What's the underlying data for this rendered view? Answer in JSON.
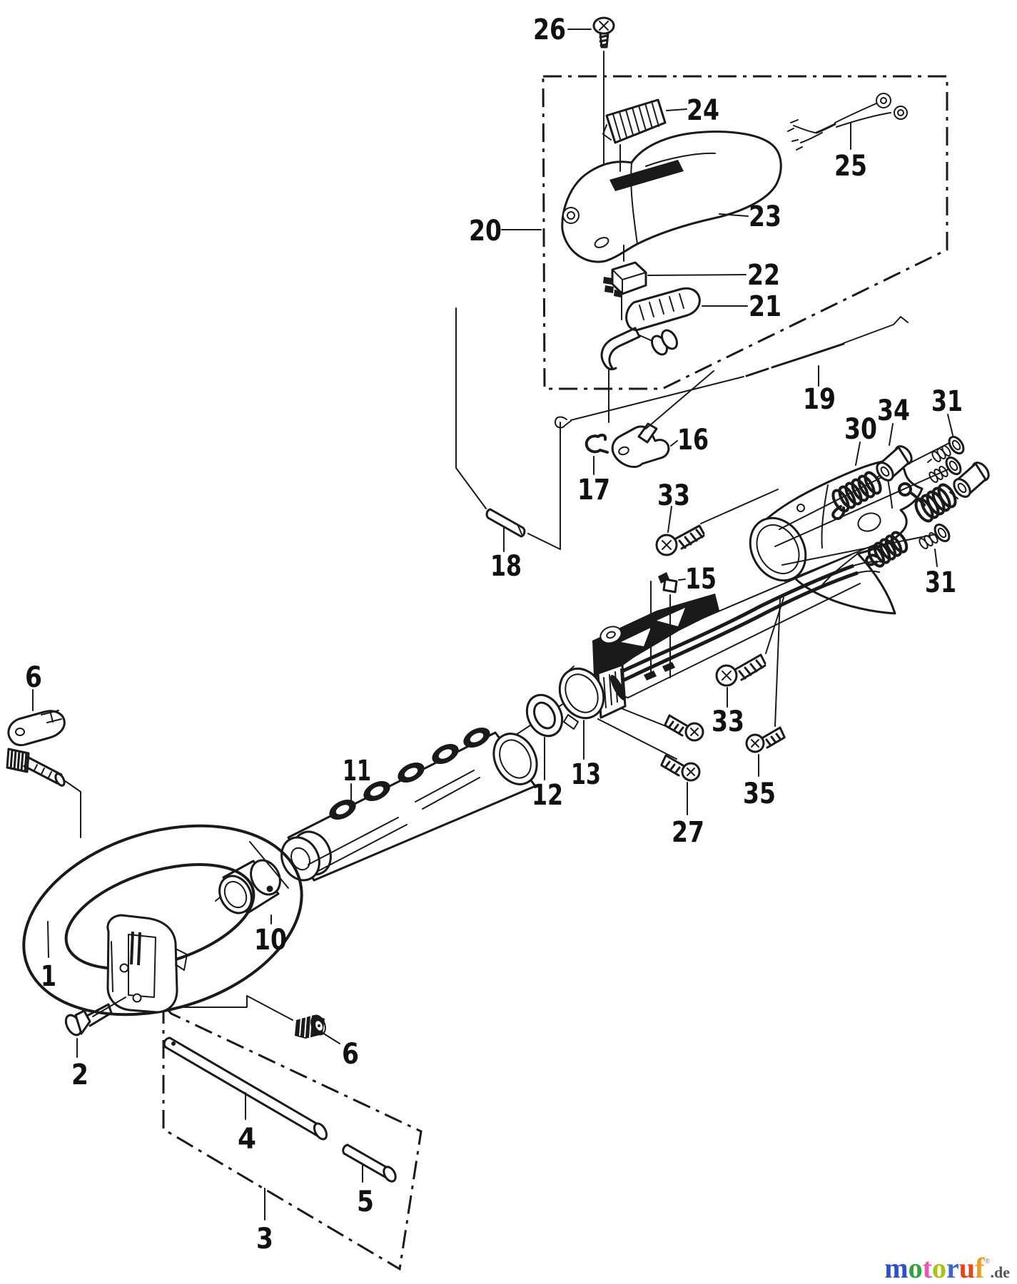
{
  "callouts": [
    {
      "text": "26"
    },
    {
      "text": "20"
    },
    {
      "text": "24"
    },
    {
      "text": "25"
    },
    {
      "text": "23"
    },
    {
      "text": "22"
    },
    {
      "text": "21"
    },
    {
      "text": "19"
    },
    {
      "text": "30"
    },
    {
      "text": "34"
    },
    {
      "text": "31"
    },
    {
      "text": "16"
    },
    {
      "text": "17"
    },
    {
      "text": "33"
    },
    {
      "text": "18"
    },
    {
      "text": "15"
    },
    {
      "text": "31"
    },
    {
      "text": "33"
    },
    {
      "text": "12"
    },
    {
      "text": "13"
    },
    {
      "text": "11"
    },
    {
      "text": "27"
    },
    {
      "text": "35"
    },
    {
      "text": "10"
    },
    {
      "text": "1"
    },
    {
      "text": "6"
    },
    {
      "text": "2"
    },
    {
      "text": "6"
    },
    {
      "text": "4"
    },
    {
      "text": "5"
    },
    {
      "text": "3"
    }
  ],
  "logo": {
    "letters": [
      {
        "ch": "m",
        "color": "#2b50c8"
      },
      {
        "ch": "o",
        "color": "#2fa43e"
      },
      {
        "ch": "t",
        "color": "#e85ab0"
      },
      {
        "ch": "o",
        "color": "#a6c414"
      },
      {
        "ch": "r",
        "color": "#3c63d2"
      },
      {
        "ch": "u",
        "color": "#e8431c"
      },
      {
        "ch": "f",
        "color": "#f09c1e"
      }
    ],
    "mark": "®",
    "mark_color": "#9a9a9a",
    "suffix": ".de",
    "suffix_color": "#555555"
  }
}
